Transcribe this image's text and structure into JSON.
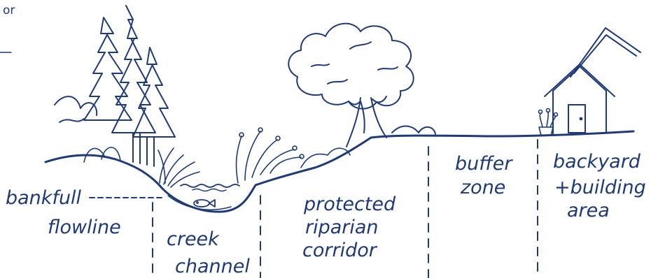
{
  "corner_text": "or",
  "labels": {
    "bankfull": "bankfull",
    "flowline": "flowline",
    "creek_1": "creek",
    "creek_2": "channel",
    "protected_1": "protected",
    "protected_2": "riparian",
    "protected_3": "corridor",
    "buffer_1": "buffer",
    "buffer_2": "zone",
    "backyard_1": "backyard",
    "backyard_2": "+building",
    "backyard_3": "area"
  },
  "colors": {
    "ink": "#1f3a78",
    "background": "#ffffff"
  }
}
